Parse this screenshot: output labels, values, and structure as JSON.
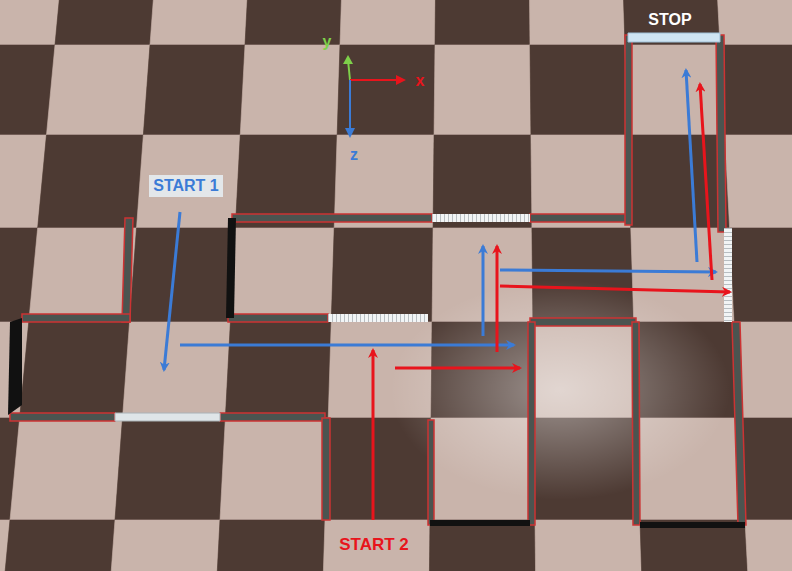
{
  "diagram": {
    "labels": [
      "STOP",
      "y",
      "x",
      "z",
      "START 1",
      "START 2"
    ]
  }
}
